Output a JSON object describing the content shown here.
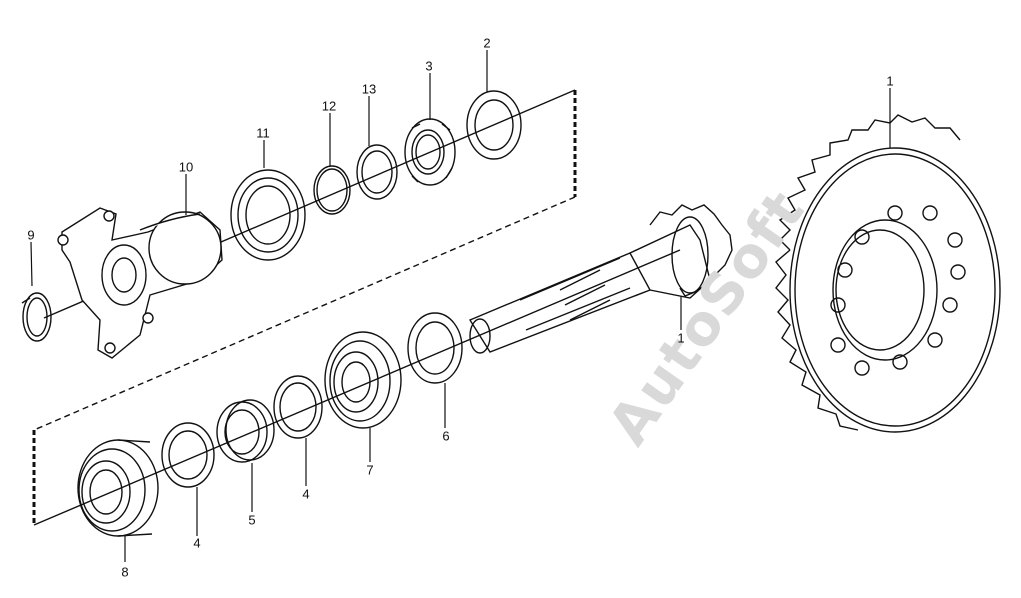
{
  "watermark": "AutoSoft",
  "callouts": {
    "c1_gear": "1",
    "c1_pinion": "1",
    "c2": "2",
    "c3": "3",
    "c4_upper": "4",
    "c4_lower": "4",
    "c5": "5",
    "c6": "6",
    "c7": "7",
    "c8": "8",
    "c9": "9",
    "c10": "10",
    "c11": "11",
    "c12": "12",
    "c13": "13"
  }
}
